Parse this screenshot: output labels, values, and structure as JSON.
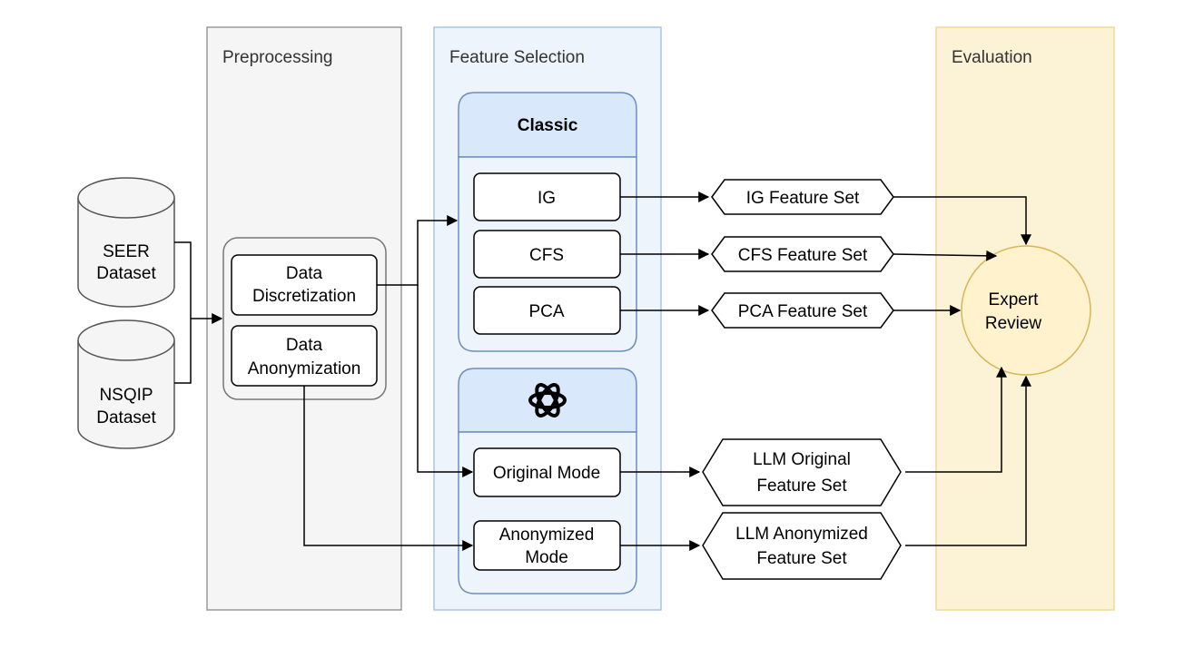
{
  "stages": {
    "preprocessing": "Preprocessing",
    "feature_selection": "Feature Selection",
    "evaluation": "Evaluation"
  },
  "datasets": {
    "seer": [
      "SEER",
      "Dataset"
    ],
    "nsqip": [
      "NSQIP",
      "Dataset"
    ]
  },
  "preprocessing_steps": {
    "discretization": [
      "Data",
      "Discretization"
    ],
    "anonymization": [
      "Data",
      "Anonymization"
    ]
  },
  "classic": {
    "title": "Classic",
    "methods": [
      "IG",
      "CFS",
      "PCA"
    ]
  },
  "llm": {
    "logo_icon": "openai-logo-icon",
    "original_mode": "Original Mode",
    "anonymized_mode": [
      "Anonymized",
      "Mode"
    ]
  },
  "feature_sets": {
    "ig": "IG Feature Set",
    "cfs": "CFS Feature Set",
    "pca": "PCA Feature Set",
    "llm_original": [
      "LLM Original",
      "Feature Set"
    ],
    "llm_anonymized": [
      "LLM Anonymized",
      "Feature Set"
    ]
  },
  "expert_review": [
    "Expert",
    "Review"
  ],
  "colors": {
    "preprocessing_fill": "#f5f5f5",
    "preprocessing_stroke": "#666666",
    "feature_selection_fill": "#eef4fc",
    "feature_selection_stroke": "#7ea6e0",
    "classic_header_fill": "#dae8fc",
    "classic_body_fill": "#eef4fc",
    "evaluation_fill": "#fcf3d6",
    "evaluation_stroke": "#e6c96a",
    "expert_fill": "#fff2cc",
    "expert_stroke": "#d6b656",
    "dataset_fill": "#f5f5f5"
  }
}
